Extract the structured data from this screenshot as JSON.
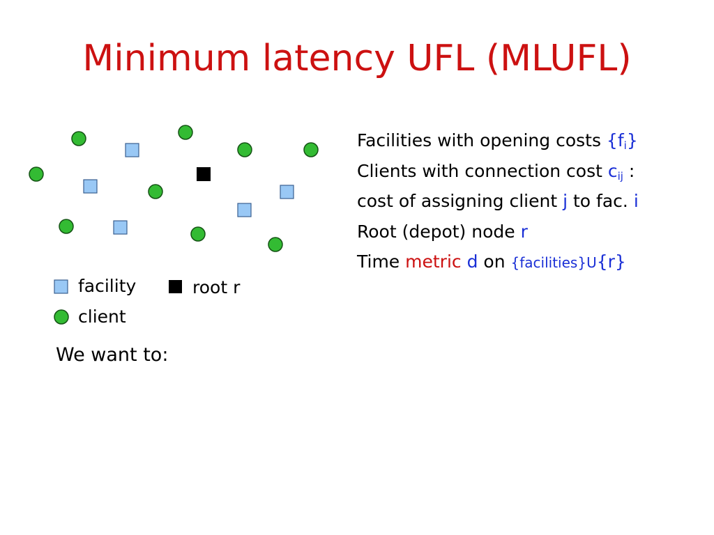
{
  "title": "Minimum latency UFL (MLUFL)",
  "colors": {
    "title": "#cc1111",
    "highlight_blue": "#1a2fd6",
    "highlight_red": "#cc1111",
    "facility_fill": "#99c8f5",
    "facility_stroke": "#3a5f8f",
    "client_fill": "#33bb33",
    "client_stroke": "#145214",
    "root_fill": "#000000"
  },
  "legend": {
    "facility": "facility",
    "root": "root r",
    "client": "client"
  },
  "description": {
    "line1": {
      "text": "Facilities with opening costs ",
      "open": "{f",
      "sub": "i",
      "close": "}"
    },
    "line2": {
      "text": "Clients with connection cost ",
      "var": "c",
      "sub": "ij",
      "colon": " :"
    },
    "line3": {
      "text1": "cost of assigning client ",
      "j": "j",
      "text2": " to fac. ",
      "i": "i"
    },
    "line4": {
      "text": "Root (depot) node ",
      "r": "r"
    },
    "line5": {
      "text1": "Time ",
      "metric": "metric",
      "d": "d",
      "on": " on ",
      "set": "{facilities}",
      "union": "U",
      "r": "{r}"
    }
  },
  "want": "We want to:"
}
